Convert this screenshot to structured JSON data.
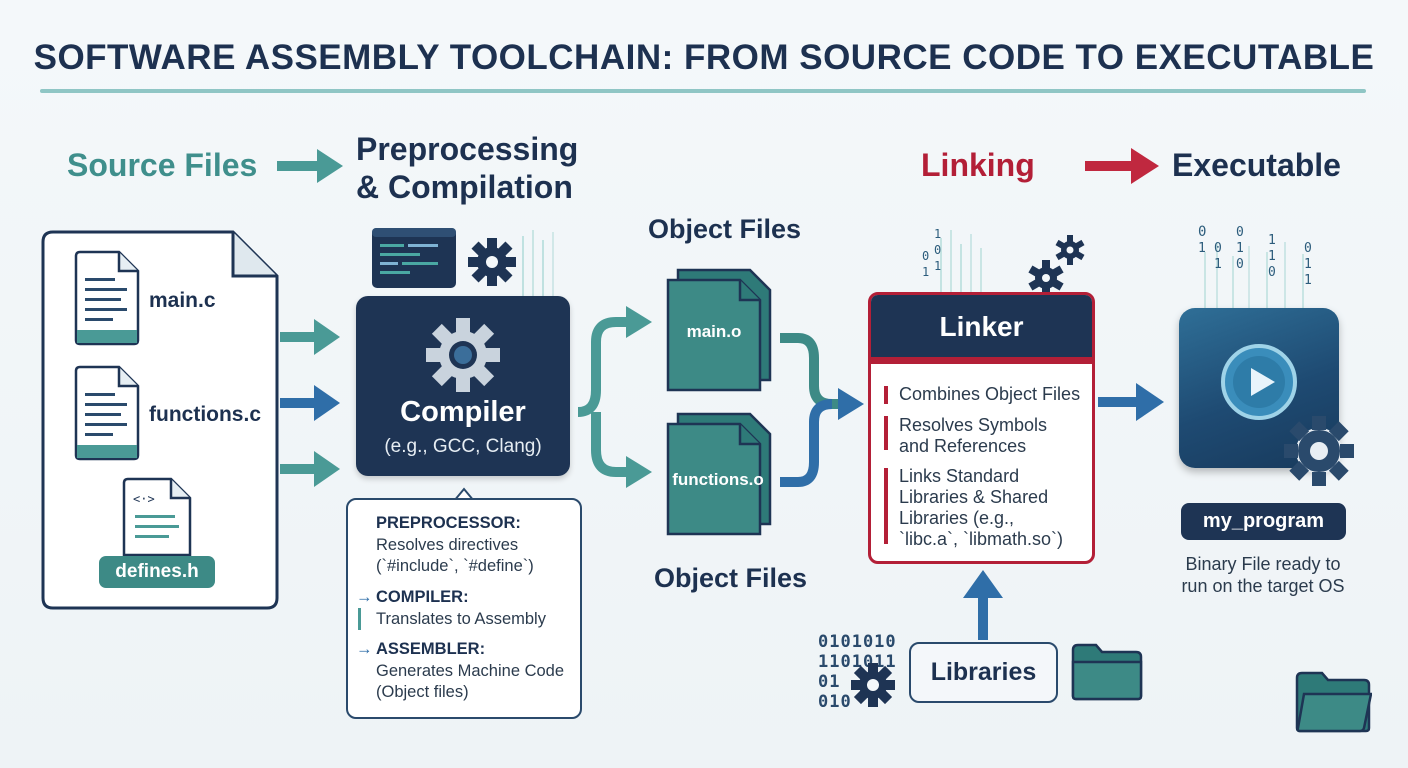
{
  "title": "SOFTWARE ASSEMBLY TOOLCHAIN: FROM SOURCE CODE TO EXECUTABLE",
  "stages": {
    "source": "Source Files",
    "preproc_line1": "Preprocessing",
    "preproc_line2": "& Compilation",
    "linking": "Linking",
    "executable": "Executable"
  },
  "source_files": {
    "main": "main.c",
    "functions": "functions.c",
    "defines": "defines.h"
  },
  "compiler": {
    "title": "Compiler",
    "subtitle": "(e.g., GCC, Clang)"
  },
  "compile_stages": {
    "preprocessor_head": "PREPROCESSOR:",
    "preprocessor_line1": "Resolves directives",
    "preprocessor_line2": "(`#include`, `#define`)",
    "compiler_head": "COMPILER:",
    "compiler_line1": "Translates to Assembly",
    "assembler_head": "ASSEMBLER:",
    "assembler_line1": "Generates Machine Code",
    "assembler_line2": "(Object files)",
    "arrow_glyph": "→"
  },
  "object_files": {
    "heading_top": "Object Files",
    "heading_bottom": "Object Files",
    "main": "main.o",
    "functions": "functions.o"
  },
  "linker": {
    "title": "Linker",
    "item1": "Combines Object Files",
    "item2_line1": "Resolves Symbols",
    "item2_line2": "and References",
    "item3_line1": "Links Standard",
    "item3_line2": "Libraries & Shared",
    "item3_line3": "Libraries (e.g.,",
    "item3_line4": "`libc.a`, `libmath.so`)"
  },
  "libraries": {
    "label": "Libraries",
    "binary1": "0101010",
    "binary2": "1101011",
    "binary3": "01",
    "binary4": "010"
  },
  "executable": {
    "program_name": "my_program",
    "desc_line1": "Binary File ready to",
    "desc_line2": "run on the target OS"
  },
  "colors": {
    "navy": "#1e3454",
    "teal": "#3d8a86",
    "red": "#b31f37",
    "blue_arrow": "#2f6ea8"
  },
  "icons": [
    "document-icon",
    "code-file-icon",
    "gear-icon",
    "terminal-icon",
    "play-icon",
    "folder-icon"
  ]
}
